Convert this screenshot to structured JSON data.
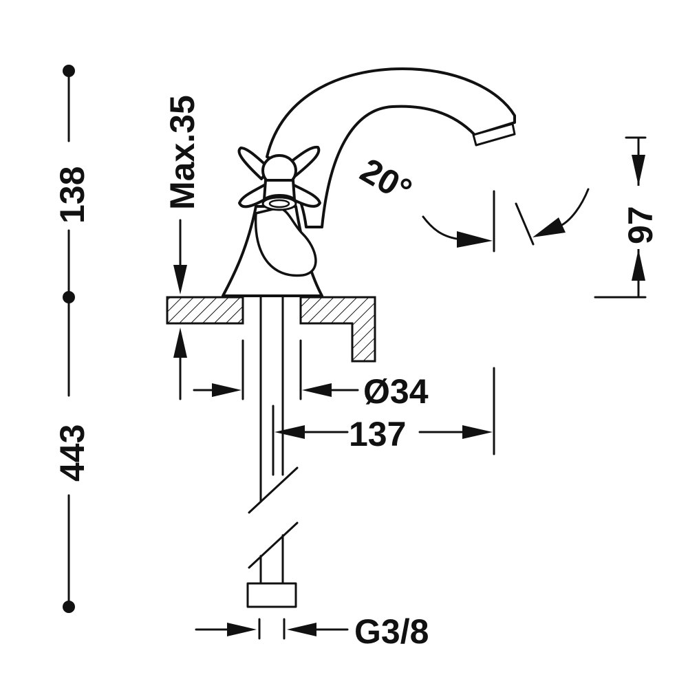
{
  "labels": {
    "dim_height_upper": "138",
    "dim_height_lower": "443",
    "dim_max_thickness": "Max.35",
    "dim_angle": "20°",
    "dim_spout_height": "97",
    "dim_hole_diameter": "Ø34",
    "dim_spout_reach": "137",
    "dim_connection": "G3/8"
  },
  "colors": {
    "ink": "#111111",
    "paper": "#ffffff"
  }
}
